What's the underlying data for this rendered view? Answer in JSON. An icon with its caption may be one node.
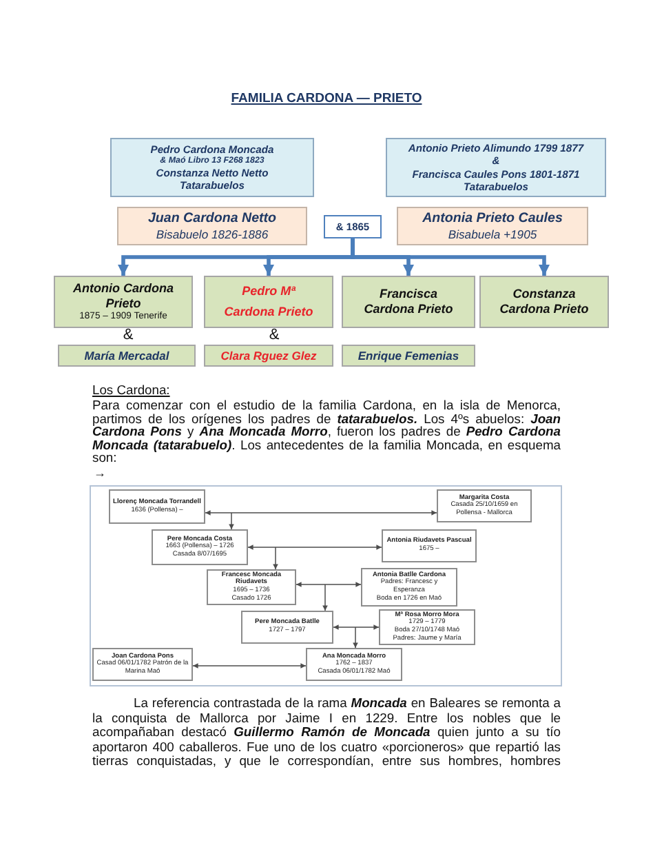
{
  "diagram": {
    "title": "FAMILIA CARDONA — PRIETO",
    "nodes": [
      {
        "text": [
          "Pedro Cardona Moncada",
          "& Maó Libro 13 F268 1823",
          "Constanza Netto Netto",
          "Tatarabuelos"
        ]
      },
      {
        "text": [
          "Antonio Prieto Alimundo 1799 1877",
          "&",
          "Francisca Caules Pons 1801-1871",
          "Tatarabuelos"
        ]
      },
      {
        "text": [
          "Juan Cardona Netto",
          "Bisabuelo 1826-1886"
        ]
      },
      {
        "text": [
          "& 1865"
        ]
      },
      {
        "text": [
          "Antonia Prieto Caules",
          "Bisabuela +1905"
        ]
      },
      {
        "text": [
          "Antonio Cardona Prieto",
          "1875 – 1909 Tenerife"
        ]
      },
      {
        "text": [
          "Pedro Mª Cardona Prieto"
        ]
      },
      {
        "text": [
          "Francisca Cardona Prieto"
        ]
      },
      {
        "text": [
          "Constanza Cardona Prieto"
        ]
      },
      {
        "text": [
          "María Mercadal"
        ]
      },
      {
        "text": [
          "Clara Rguez Glez"
        ]
      },
      {
        "text": [
          "Enrique Femenias"
        ]
      },
      {
        "text": [
          "Llorenç Moncada Torrandell",
          "1636 (Pollensa) –"
        ]
      },
      {
        "text": [
          "Margarita Costa",
          "Casada 25/10/1659 en Pollensa - Mallorca"
        ]
      },
      {
        "text": [
          "Pere Moncada Costa",
          "1663 (Pollensa) – 1726",
          "Casada 8/07/1695"
        ]
      },
      {
        "text": [
          "Antonia Riudavets Pascual",
          "1675 –"
        ]
      },
      {
        "text": [
          "Francesc Moncada Riudavets",
          "1695 – 1736",
          "Casado 1726"
        ]
      },
      {
        "text": [
          "Antonia Batlle Cardona",
          "Padres: Francesc y Esperanza",
          "Boda en 1726 en Maó"
        ]
      },
      {
        "text": [
          "Pere Moncada Batlle",
          "1727 – 1797"
        ]
      },
      {
        "text": [
          "Mª Rosa Morro Mora",
          "1729 – 1779",
          "Boda 27/10/1748 Maó",
          "Padres: Jaume y María"
        ]
      },
      {
        "text": [
          "Joan Cardona Pons",
          "Casad 06/01/1782 Patrón de la Marina Maó"
        ]
      },
      {
        "text": [
          "Ana Moncada Morro",
          "1762 – 1837",
          "Casada 06/01/1782 Maó"
        ]
      }
    ],
    "edges": [
      {
        "from": 3,
        "to": 5,
        "arrow": "to",
        "style": "thick",
        "color": "#4a7ebb"
      },
      {
        "from": 3,
        "to": 6,
        "arrow": "to",
        "style": "thick",
        "color": "#4a7ebb"
      },
      {
        "from": 3,
        "to": 7,
        "arrow": "to",
        "style": "thick",
        "color": "#4a7ebb"
      },
      {
        "from": 3,
        "to": 8,
        "arrow": "to",
        "style": "thick",
        "color": "#4a7ebb"
      },
      {
        "from": 12,
        "to": 13,
        "arrow": "both"
      },
      {
        "from": null,
        "to": 14,
        "arrow": "to"
      },
      {
        "from": 14,
        "to": 15,
        "arrow": "both"
      },
      {
        "from": null,
        "to": 16,
        "arrow": "to"
      },
      {
        "from": 16,
        "to": 17,
        "arrow": "both"
      },
      {
        "from": null,
        "to": 18,
        "arrow": "to"
      },
      {
        "from": 18,
        "to": 19,
        "arrow": "both"
      },
      {
        "from": null,
        "to": 21,
        "arrow": "to"
      },
      {
        "from": 20,
        "to": 21,
        "arrow": "both"
      }
    ],
    "labels": [
      "&",
      "&",
      "Los Cardona:",
      "Para comenzar con el estudio de la familia Cardona, en la isla de Menorca, partimos de los orígenes los padres de **tatarabuelos.** Los 4ºs abuelos: **Joan Cardona Pons** y **Ana Moncada Morro**, fueron los padres de **Pedro Cardona Moncada (tatarabuelo)**. Los antecedentes de la familia Moncada, en esquema son:",
      "→",
      "La referencia contrastada de la rama **Moncada** en Baleares se remonta a la conquista de Mallorca por Jaime I en 1229. Entre los nobles que le acompañaban destacó **Guillermo Ramón de Moncada** quien junto a su tío aportaron 400 caballeros. Fue uno de los cuatro «porcioneros» que repartió las tierras conquistadas, y que le correspondían, entre sus hombres, hombres"
    ]
  }
}
